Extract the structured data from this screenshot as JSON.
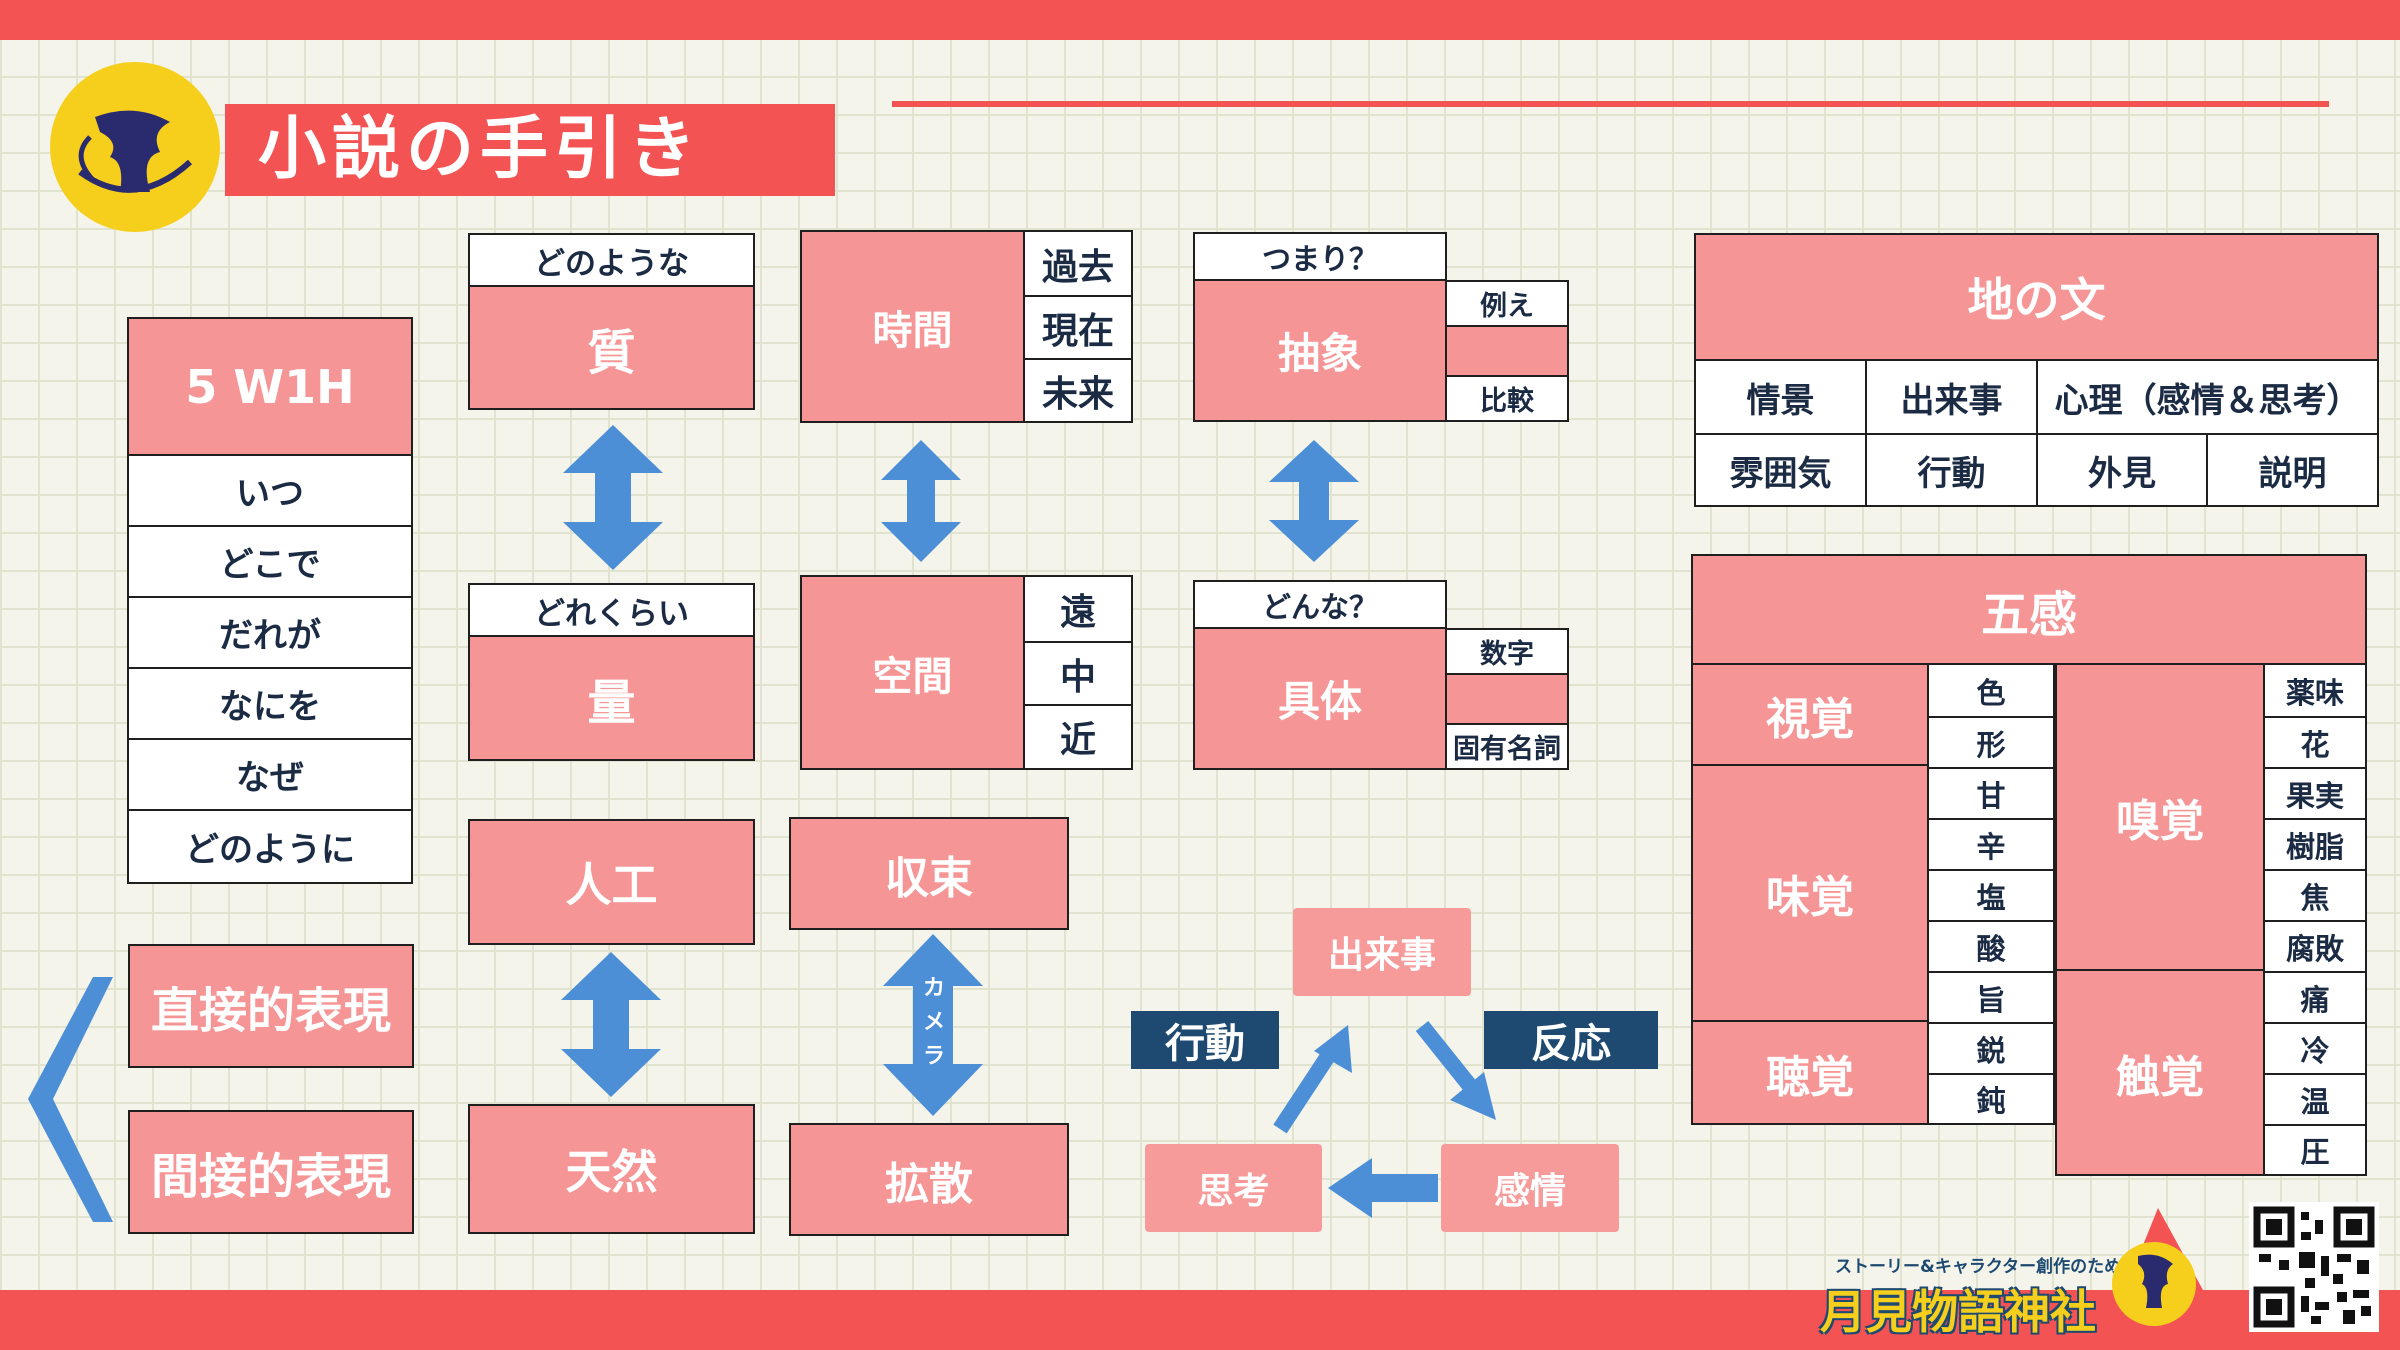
{
  "title": "小説の手引き",
  "w5h1": {
    "title": "5 W1H",
    "items": [
      "いつ",
      "どこで",
      "だれが",
      "なにを",
      "なぜ",
      "どのように"
    ]
  },
  "quality": {
    "top": "どのような",
    "label": "質"
  },
  "quantity": {
    "top": "どれくらい",
    "label": "量"
  },
  "time": {
    "label": "時間",
    "items": [
      "過去",
      "現在",
      "未来"
    ]
  },
  "space": {
    "label": "空間",
    "items": [
      "遠",
      "中",
      "近"
    ]
  },
  "abstract": {
    "top": "つまり？",
    "label": "抽象",
    "items": [
      "例え",
      "比較"
    ]
  },
  "concrete": {
    "top": "どんな？",
    "label": "具体",
    "items": [
      "数字",
      "固有名詞"
    ]
  },
  "artificial": "人工",
  "natural": "天然",
  "converge": "収束",
  "diverge": "拡散",
  "camera": [
    "カ",
    "メ",
    "ラ"
  ],
  "direct": "直接的表現",
  "indirect": "間接的表現",
  "cycle": {
    "event": "出来事",
    "thought": "思考",
    "emotion": "感情",
    "action": "行動",
    "reaction": "反応"
  },
  "narrative": {
    "title": "地の文",
    "row1": [
      "情景",
      "出来事",
      "心理（感情＆思考）"
    ],
    "row2": [
      "雰囲気",
      "行動",
      "外見",
      "説明"
    ]
  },
  "senses": {
    "title": "五感",
    "sight": {
      "label": "視覚",
      "items": [
        "色",
        "形"
      ]
    },
    "taste": {
      "label": "味覚",
      "items": [
        "甘",
        "辛",
        "塩",
        "酸",
        "旨"
      ]
    },
    "hearing": {
      "label": "聴覚",
      "items": [
        "鋭",
        "鈍"
      ]
    },
    "smell": {
      "label": "嗅覚",
      "items": [
        "薬味",
        "花",
        "果実",
        "樹脂",
        "焦",
        "腐敗"
      ]
    },
    "touch": {
      "label": "触覚",
      "items": [
        "痛",
        "冷",
        "温",
        "圧"
      ]
    }
  },
  "brand": {
    "tagline": "ストーリー&キャラクター創作のための",
    "name": "月見物語神社"
  },
  "colors": {
    "accent": "#f45353",
    "box": "#f69595",
    "arrow": "#4d8fd6",
    "navy": "#1e4a72"
  }
}
